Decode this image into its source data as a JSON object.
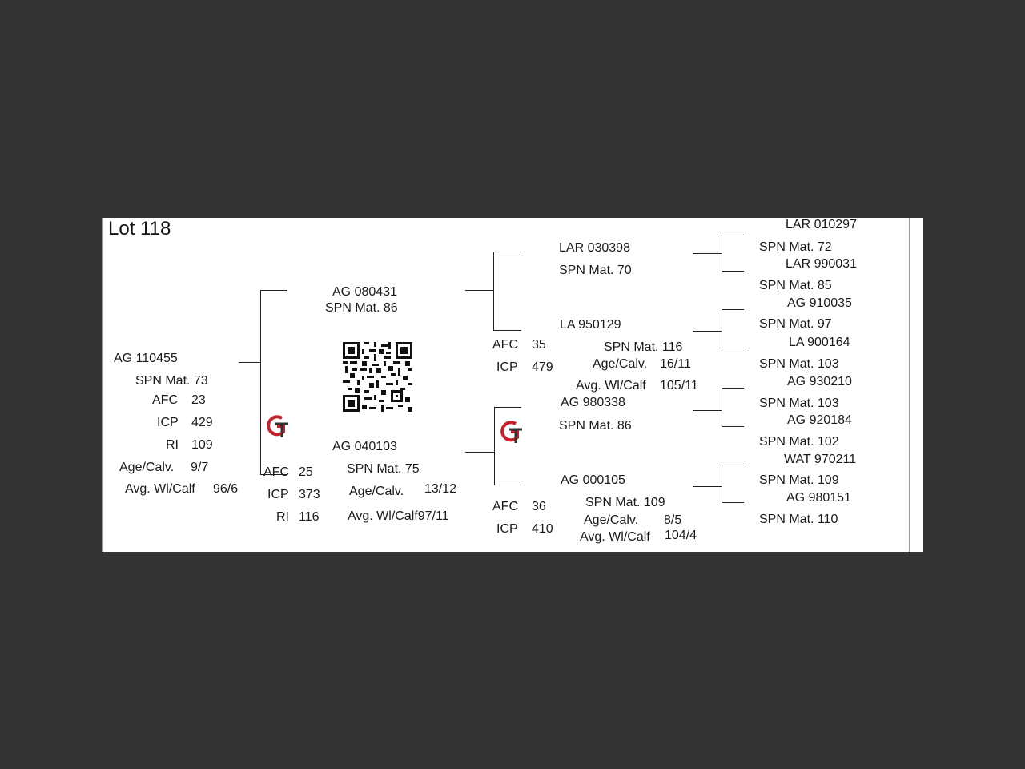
{
  "lot_title": "Lot 118",
  "animal": {
    "id": "AG  110455",
    "spn_mat": "SPN Mat. 73",
    "afc_label": "AFC",
    "afc_value": "23",
    "icp_label": "ICP",
    "icp_value": "429",
    "ri_label": "RI",
    "ri_value": "109",
    "age_label": "Age/Calv.",
    "age_value": "9/7",
    "avg_label": "Avg. Wl/Calf",
    "avg_value": "96/6"
  },
  "sire": {
    "id": "AG  080431",
    "spn_mat": "SPN Mat. 86"
  },
  "dam": {
    "id": "AG  040103",
    "spn_mat": "SPN Mat. 75",
    "afc_label": "AFC",
    "afc_value": "25",
    "icp_label": "ICP",
    "icp_value": "373",
    "ri_label": "RI",
    "ri_value": "116",
    "age_label": "Age/Calv.",
    "age_value": "13/12",
    "avg_text": "Avg. Wl/Calf97/11"
  },
  "paternal_grandsire": {
    "id": "LAR 030398",
    "spn_mat": "SPN Mat. 70"
  },
  "paternal_granddam": {
    "id": "LA  950129",
    "spn_mat": "SPN Mat. 116",
    "afc_label": "AFC",
    "afc_value": "35",
    "icp_label": "ICP",
    "icp_value": "479",
    "age_label": "Age/Calv.",
    "age_value": "16/11",
    "avg_label": "Avg. Wl/Calf",
    "avg_value": "105/11"
  },
  "maternal_grandsire": {
    "id": "AG  980338",
    "spn_mat": "SPN Mat. 86"
  },
  "maternal_granddam": {
    "id": "AG  000105",
    "spn_mat": "SPN Mat. 109",
    "afc_label": "AFC",
    "afc_value": "36",
    "icp_label": "ICP",
    "icp_value": "410",
    "age_label": "Age/Calv.",
    "age_value": "8/5",
    "avg_label": "Avg. Wl/Calf",
    "avg_value": "104/4"
  },
  "great_grandparents": [
    {
      "id": "LAR 010297",
      "spn_mat": "SPN Mat. 72"
    },
    {
      "id": "LAR 990031",
      "spn_mat": "SPN Mat. 85"
    },
    {
      "id": "AG  910035",
      "spn_mat": "SPN Mat. 97"
    },
    {
      "id": "LA  900164",
      "spn_mat": "SPN Mat. 103"
    },
    {
      "id": "AG  930210",
      "spn_mat": "SPN Mat. 103"
    },
    {
      "id": "AG  920184",
      "spn_mat": "SPN Mat. 102"
    },
    {
      "id": "WAT 970211",
      "spn_mat": "SPN Mat. 109"
    },
    {
      "id": "AG  980151",
      "spn_mat": "SPN Mat. 110"
    }
  ],
  "logo": {
    "icon": "gt-logo-icon",
    "color_red": "#c8202a",
    "color_dark": "#333333"
  },
  "qr": {
    "icon": "qr-code-icon"
  }
}
